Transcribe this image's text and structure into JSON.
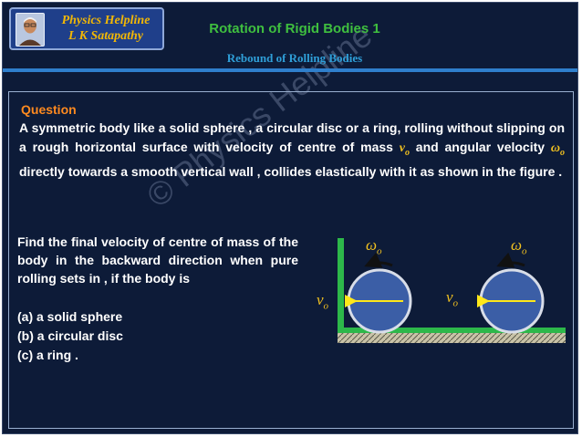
{
  "logo": {
    "line1": "Physics Helpline",
    "line2": "L K Satapathy"
  },
  "header": {
    "title": "Rotation of Rigid Bodies 1",
    "subtitle": "Rebound of Rolling Bodies"
  },
  "question": {
    "label": "Question",
    "part1": "A symmetric body like a solid sphere , a circular disc or a ring, rolling without slipping on a rough horizontal surface with velocity of centre of mass ",
    "v_symbol": "v",
    "v_sub": "o",
    "part2": " and angular velocity ",
    "w_symbol": "ω",
    "w_sub": "o",
    "part3": " directly towards a smooth vertical wall , collides elastically with it as shown in the figure ."
  },
  "task": {
    "text": "Find the final velocity of centre of mass of the body in the backward direction when pure rolling sets in , if the body is",
    "options": [
      "(a) a solid sphere",
      "(b) a circular disc",
      "(c)  a ring ."
    ]
  },
  "figure": {
    "omega_symbol": "ω",
    "omega_sub": "o",
    "v_symbol": "v",
    "v_sub": "o",
    "colors": {
      "wall": "#2db84a",
      "ball": "#3b5ea6",
      "arrow": "#ffe81a",
      "accent": "#f0c020"
    }
  },
  "watermark": "© Physics Helpline",
  "colors": {
    "background": "#0d1b38",
    "title": "#3fbf3f",
    "subtitle": "#2f9fd8",
    "question_label": "#ff8a1f"
  }
}
